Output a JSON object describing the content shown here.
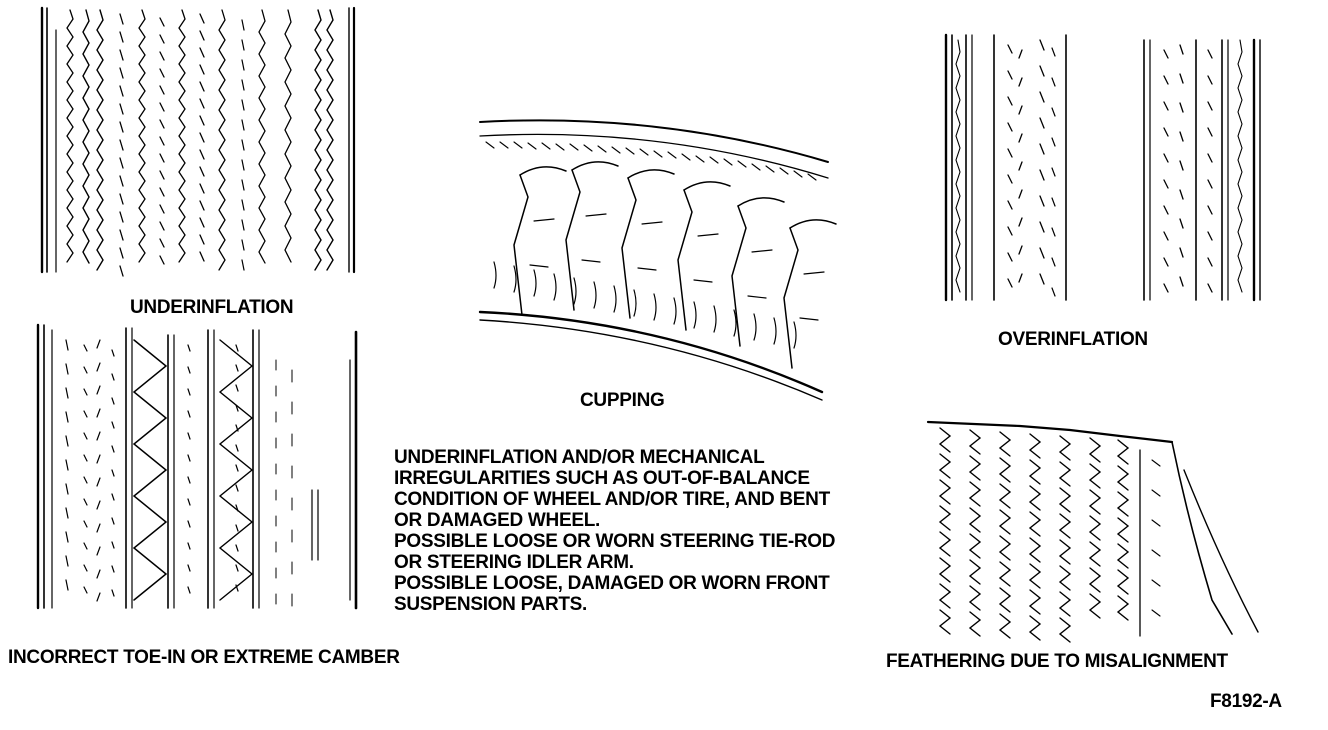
{
  "labels": {
    "underinflation": "UNDERINFLATION",
    "toe_camber": "INCORRECT TOE-IN OR EXTREME CAMBER",
    "cupping": "CUPPING",
    "overinflation": "OVERINFLATION",
    "feathering": "FEATHERING DUE TO MISALIGNMENT",
    "figure_code": "F8192-A"
  },
  "caption_lines": [
    "UNDERINFLATION AND/OR MECHANICAL",
    "IRREGULARITIES SUCH AS OUT-OF-BALANCE",
    "CONDITION OF WHEEL AND/OR TIRE, AND BENT",
    "OR DAMAGED WHEEL.",
    "POSSIBLE LOOSE OR WORN STEERING TIE-ROD",
    "OR STEERING IDLER ARM.",
    "POSSIBLE LOOSE, DAMAGED OR WORN FRONT",
    "SUSPENSION PARTS."
  ],
  "colors": {
    "ink": "#000000",
    "paper": "#ffffff"
  }
}
